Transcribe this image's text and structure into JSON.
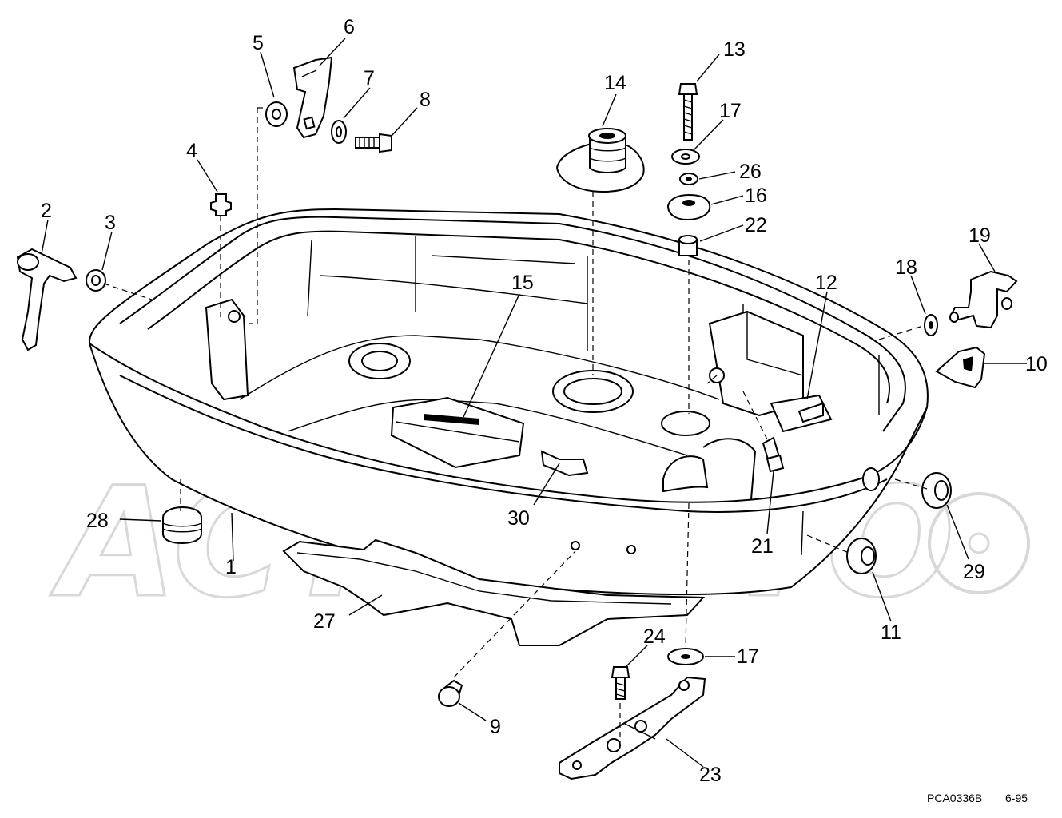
{
  "diagram": {
    "watermark": "ACTIMOTO",
    "drawing_code": "PCA0336B",
    "drawing_date": "6-95",
    "callouts": [
      {
        "id": "c1",
        "label": "1"
      },
      {
        "id": "c2",
        "label": "2"
      },
      {
        "id": "c3",
        "label": "3"
      },
      {
        "id": "c4",
        "label": "4"
      },
      {
        "id": "c5",
        "label": "5"
      },
      {
        "id": "c6",
        "label": "6"
      },
      {
        "id": "c7",
        "label": "7"
      },
      {
        "id": "c8",
        "label": "8"
      },
      {
        "id": "c9",
        "label": "9"
      },
      {
        "id": "c10",
        "label": "10"
      },
      {
        "id": "c11",
        "label": "11"
      },
      {
        "id": "c12",
        "label": "12"
      },
      {
        "id": "c13",
        "label": "13"
      },
      {
        "id": "c14",
        "label": "14"
      },
      {
        "id": "c15",
        "label": "15"
      },
      {
        "id": "c16",
        "label": "16"
      },
      {
        "id": "c17a",
        "label": "17"
      },
      {
        "id": "c17b",
        "label": "17"
      },
      {
        "id": "c18",
        "label": "18"
      },
      {
        "id": "c19",
        "label": "19"
      },
      {
        "id": "c21",
        "label": "21"
      },
      {
        "id": "c22",
        "label": "22"
      },
      {
        "id": "c23",
        "label": "23"
      },
      {
        "id": "c24",
        "label": "24"
      },
      {
        "id": "c26",
        "label": "26"
      },
      {
        "id": "c27",
        "label": "27"
      },
      {
        "id": "c28",
        "label": "28"
      },
      {
        "id": "c29",
        "label": "29"
      },
      {
        "id": "c30",
        "label": "30"
      }
    ]
  }
}
